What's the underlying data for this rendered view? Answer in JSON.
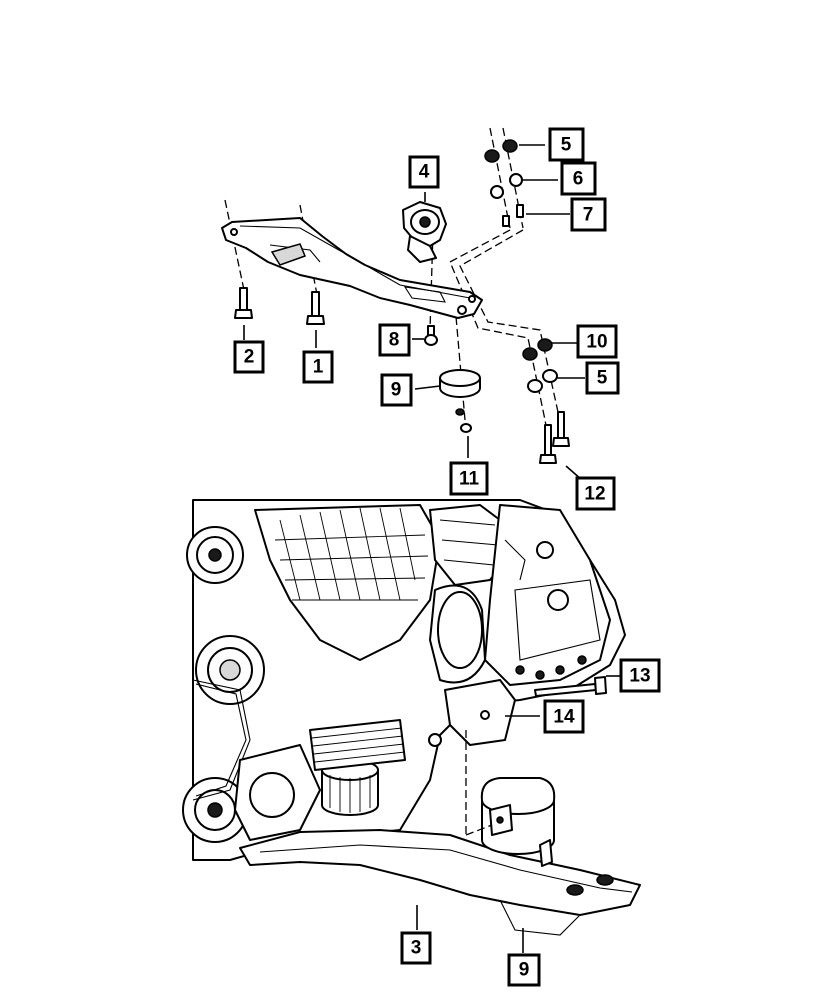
{
  "diagram": {
    "callouts": {
      "c1": "1",
      "c2": "2",
      "c3": "3",
      "c4": "4",
      "c5a": "5",
      "c5b": "5",
      "c6": "6",
      "c7": "7",
      "c8": "8",
      "c9a": "9",
      "c9b": "9",
      "c10": "10",
      "c11": "11",
      "c12": "12",
      "c13": "13",
      "c14": "14"
    }
  }
}
